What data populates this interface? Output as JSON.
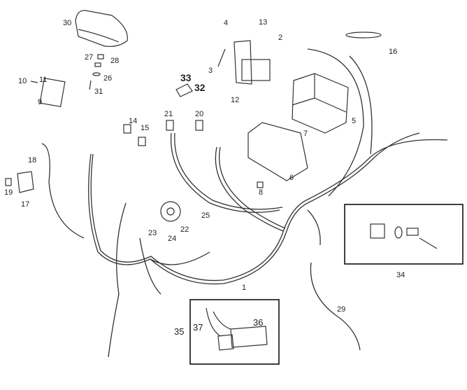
{
  "diagram": {
    "title": "Electrical system exploded parts diagram",
    "callouts": [
      "30",
      "27",
      "28",
      "26",
      "31",
      "10",
      "11",
      "9",
      "4",
      "13",
      "2",
      "3",
      "12",
      "33",
      "32",
      "16",
      "5",
      "7",
      "6",
      "8",
      "14",
      "15",
      "21",
      "20",
      "18",
      "19",
      "17",
      "22",
      "25",
      "23",
      "24",
      "1",
      "35",
      "37",
      "36",
      "29",
      "34"
    ],
    "line_color": "#333333",
    "box_color": "#000000"
  }
}
